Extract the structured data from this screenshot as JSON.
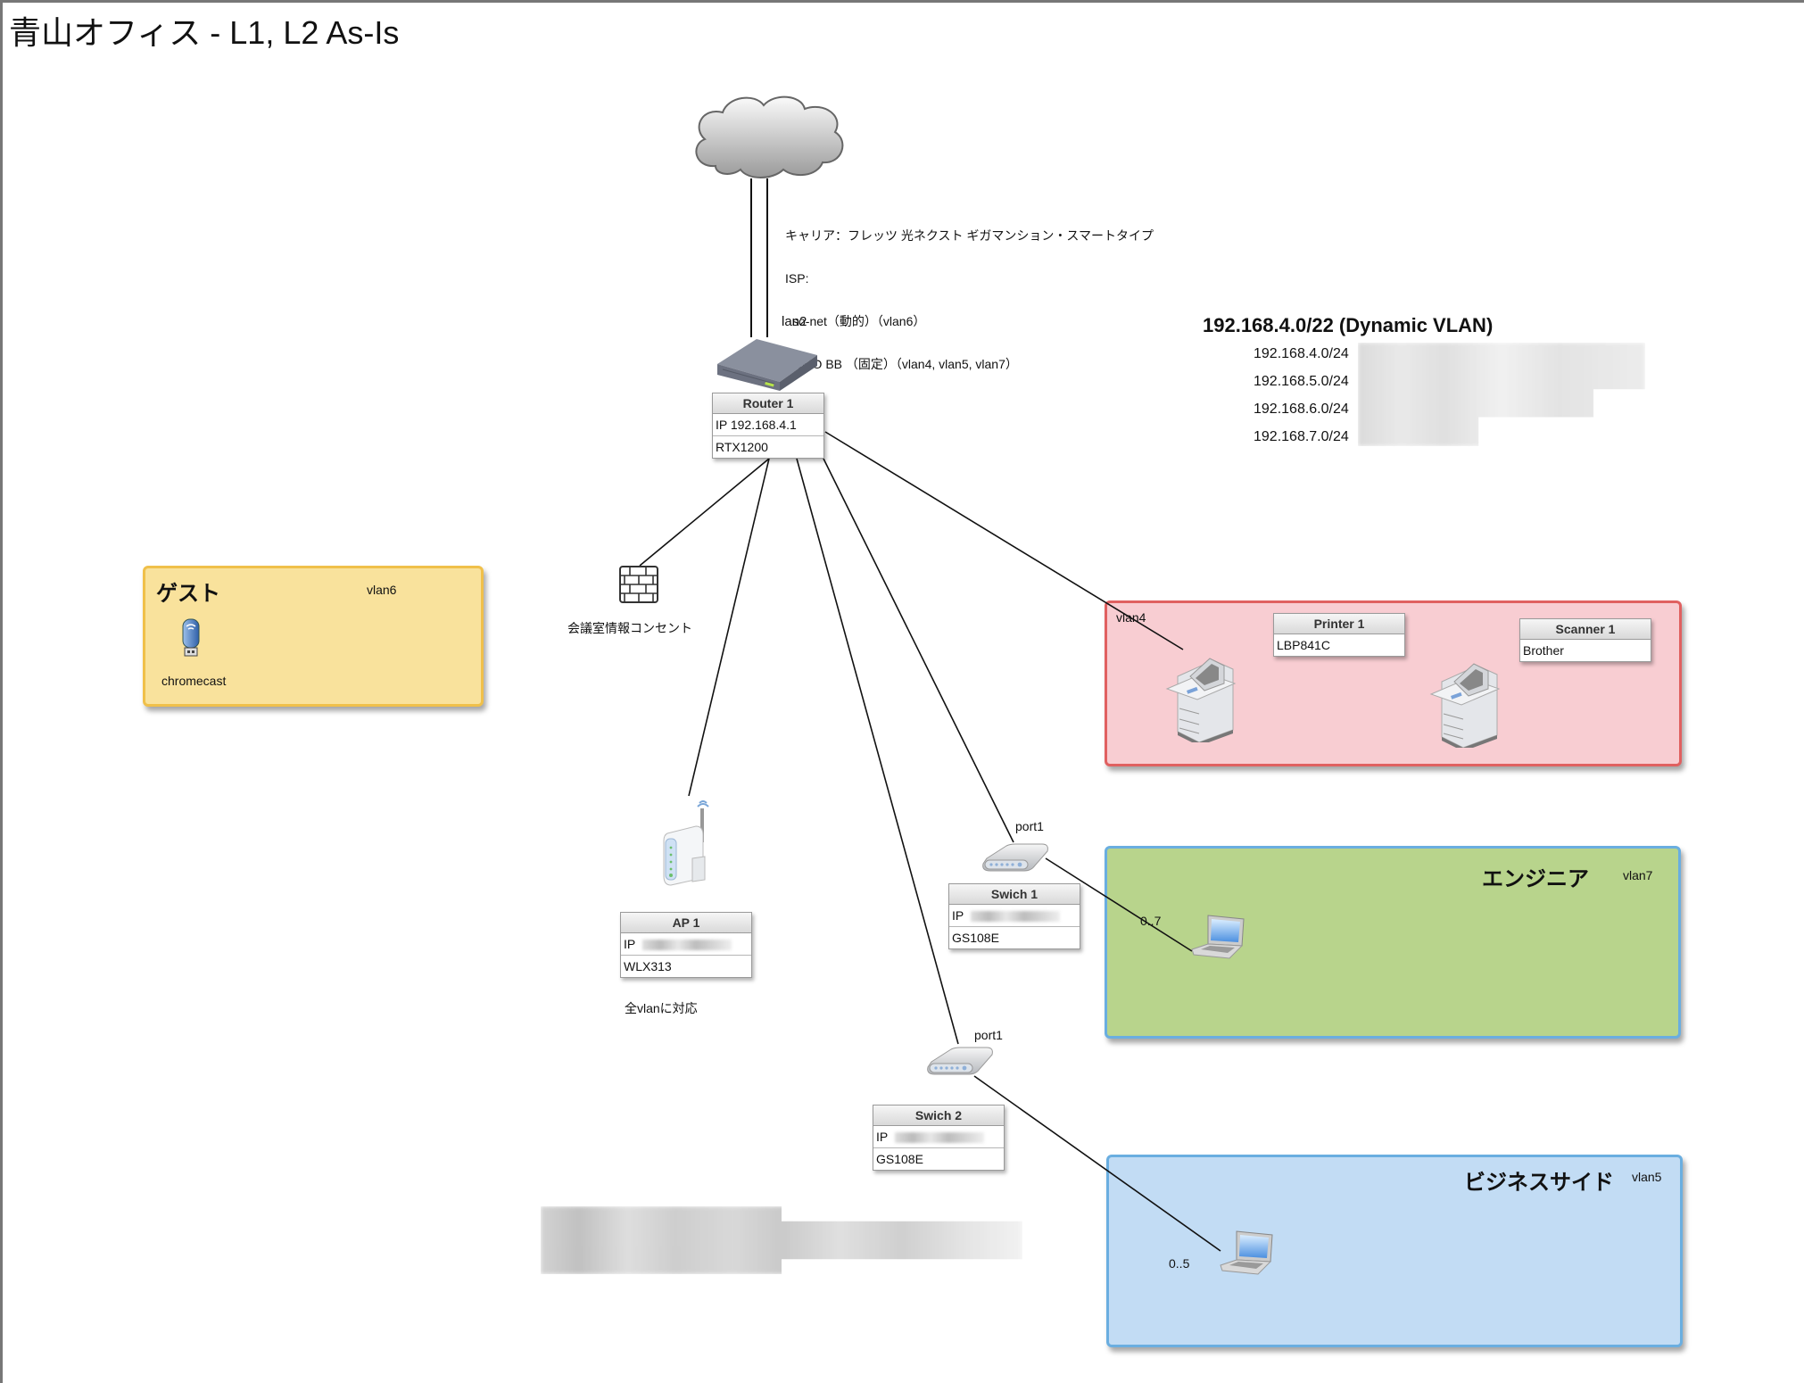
{
  "title": "青山オフィス - L1, L2 As-Is",
  "internet": {
    "carrier_note": "キャリア：フレッツ 光ネクスト ギガマンション・スマートタイプ",
    "isp_label": "ISP:",
    "isp_lines": [
      "so-net（動的）（vlan6）",
      "GMO BB （固定）（vlan4, vlan5, vlan7）"
    ],
    "uplink_port": "lan2"
  },
  "router": {
    "name": "Router 1",
    "ip": "IP 192.168.4.1",
    "model": "RTX1200"
  },
  "dynamic_vlan": {
    "heading": "192.168.4.0/22 (Dynamic VLAN)",
    "subnets": [
      "192.168.4.0/24",
      "192.168.5.0/24",
      "192.168.6.0/24",
      "192.168.7.0/24"
    ]
  },
  "meeting_room": {
    "label": "会議室情報コンセント"
  },
  "access_point": {
    "name": "AP 1",
    "ip_prefix": "IP",
    "model": "WLX313",
    "note": "全vlanに対応"
  },
  "switches": [
    {
      "name": "Swich 1",
      "ip_prefix": "IP",
      "model": "GS108E",
      "port": "port1"
    },
    {
      "name": "Swich 2",
      "ip_prefix": "IP",
      "model": "GS108E",
      "port": "port1"
    }
  ],
  "zones": {
    "guest": {
      "title": "ゲスト",
      "vlan": "vlan6",
      "device": "chromecast",
      "fill": "#f9e29c",
      "border": "#f0c04a"
    },
    "printers": {
      "vlan": "vlan4",
      "fill": "#f8cdd2",
      "border": "#e06060",
      "printer": {
        "name": "Printer 1",
        "model": "LBP841C"
      },
      "scanner": {
        "name": "Scanner 1",
        "model": "Brother"
      }
    },
    "engineer": {
      "title": "エンジニア",
      "vlan": "vlan7",
      "multiplicity": "0..7",
      "fill": "#b8d48c",
      "border": "#6aaee0"
    },
    "business": {
      "title": "ビジネスサイド",
      "vlan": "vlan5",
      "multiplicity": "0..5",
      "fill": "#c2dcf4",
      "border": "#6aaee0"
    }
  }
}
